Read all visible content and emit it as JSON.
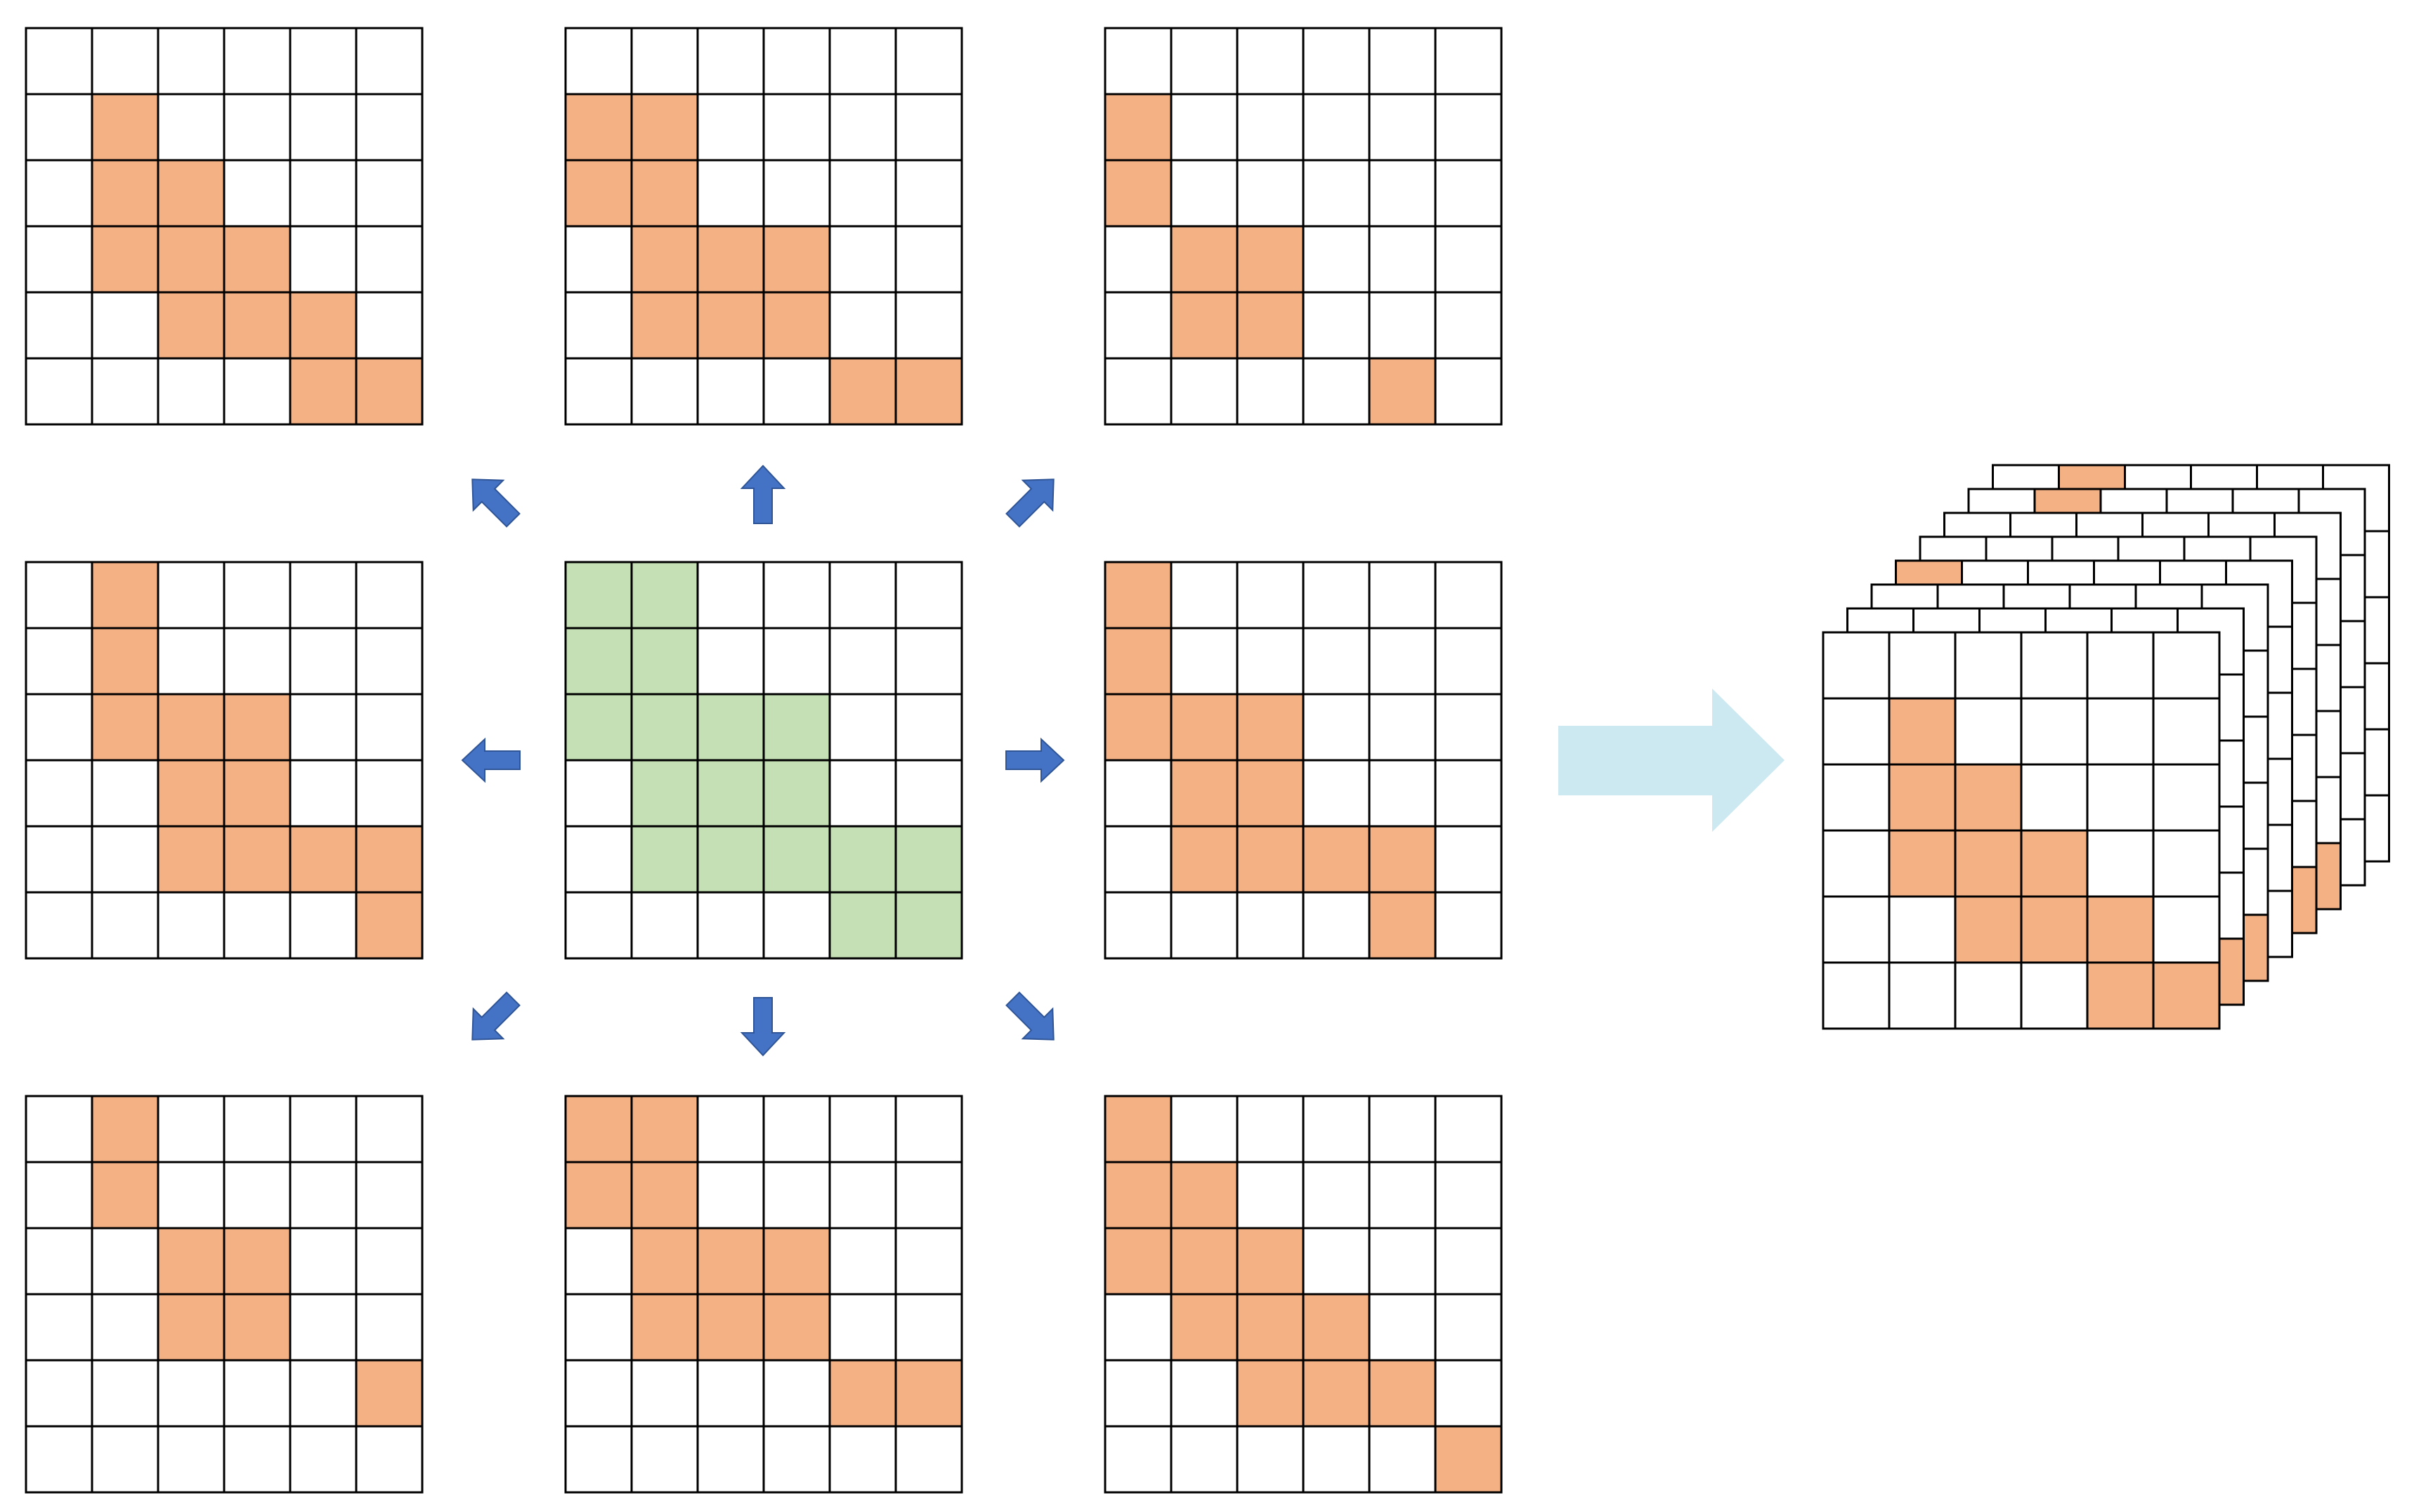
{
  "colors": {
    "orange": "#f4b183",
    "green": "#c5e0b4",
    "blue_arrow": "#4472c4",
    "blue_arrow_stroke": "#2f5597",
    "light_blue_arrow": "#cce8f0",
    "grid_line": "#000000",
    "cell_empty": "#ffffff"
  },
  "center_grid": {
    "name": "center-input-grid",
    "color_key": "green",
    "cells": [
      [
        1,
        1,
        0,
        0,
        0,
        0
      ],
      [
        1,
        1,
        0,
        0,
        0,
        0
      ],
      [
        1,
        1,
        1,
        1,
        0,
        0
      ],
      [
        0,
        1,
        1,
        1,
        0,
        0
      ],
      [
        0,
        1,
        1,
        1,
        1,
        1
      ],
      [
        0,
        0,
        0,
        0,
        1,
        1
      ]
    ]
  },
  "shift_grids": [
    {
      "direction": "up-left",
      "cells": [
        [
          0,
          0,
          0,
          0,
          0,
          0
        ],
        [
          0,
          1,
          0,
          0,
          0,
          0
        ],
        [
          0,
          1,
          1,
          0,
          0,
          0
        ],
        [
          0,
          1,
          1,
          1,
          0,
          0
        ],
        [
          0,
          0,
          1,
          1,
          1,
          0
        ],
        [
          0,
          0,
          0,
          0,
          1,
          1
        ]
      ]
    },
    {
      "direction": "up",
      "cells": [
        [
          0,
          0,
          0,
          0,
          0,
          0
        ],
        [
          1,
          1,
          0,
          0,
          0,
          0
        ],
        [
          1,
          1,
          0,
          0,
          0,
          0
        ],
        [
          0,
          1,
          1,
          1,
          0,
          0
        ],
        [
          0,
          1,
          1,
          1,
          0,
          0
        ],
        [
          0,
          0,
          0,
          0,
          1,
          1
        ]
      ]
    },
    {
      "direction": "up-right",
      "cells": [
        [
          0,
          0,
          0,
          0,
          0,
          0
        ],
        [
          1,
          0,
          0,
          0,
          0,
          0
        ],
        [
          1,
          0,
          0,
          0,
          0,
          0
        ],
        [
          0,
          1,
          1,
          0,
          0,
          0
        ],
        [
          0,
          1,
          1,
          0,
          0,
          0
        ],
        [
          0,
          0,
          0,
          0,
          1,
          0
        ]
      ]
    },
    {
      "direction": "left",
      "cells": [
        [
          0,
          1,
          0,
          0,
          0,
          0
        ],
        [
          0,
          1,
          0,
          0,
          0,
          0
        ],
        [
          0,
          1,
          1,
          1,
          0,
          0
        ],
        [
          0,
          0,
          1,
          1,
          0,
          0
        ],
        [
          0,
          0,
          1,
          1,
          1,
          1
        ],
        [
          0,
          0,
          0,
          0,
          0,
          1
        ]
      ]
    },
    {
      "direction": "right",
      "cells": [
        [
          1,
          0,
          0,
          0,
          0,
          0
        ],
        [
          1,
          0,
          0,
          0,
          0,
          0
        ],
        [
          1,
          1,
          1,
          0,
          0,
          0
        ],
        [
          0,
          1,
          1,
          0,
          0,
          0
        ],
        [
          0,
          1,
          1,
          1,
          1,
          0
        ],
        [
          0,
          0,
          0,
          0,
          1,
          0
        ]
      ]
    },
    {
      "direction": "down-left",
      "cells": [
        [
          0,
          1,
          0,
          0,
          0,
          0
        ],
        [
          0,
          1,
          0,
          0,
          0,
          0
        ],
        [
          0,
          0,
          1,
          1,
          0,
          0
        ],
        [
          0,
          0,
          1,
          1,
          0,
          0
        ],
        [
          0,
          0,
          0,
          0,
          0,
          1
        ],
        [
          0,
          0,
          0,
          0,
          0,
          0
        ]
      ]
    },
    {
      "direction": "down",
      "cells": [
        [
          1,
          1,
          0,
          0,
          0,
          0
        ],
        [
          1,
          1,
          0,
          0,
          0,
          0
        ],
        [
          0,
          1,
          1,
          1,
          0,
          0
        ],
        [
          0,
          1,
          1,
          1,
          0,
          0
        ],
        [
          0,
          0,
          0,
          0,
          1,
          1
        ],
        [
          0,
          0,
          0,
          0,
          0,
          0
        ]
      ]
    },
    {
      "direction": "down-right",
      "cells": [
        [
          1,
          0,
          0,
          0,
          0,
          0
        ],
        [
          1,
          1,
          0,
          0,
          0,
          0
        ],
        [
          1,
          1,
          1,
          0,
          0,
          0
        ],
        [
          0,
          1,
          1,
          1,
          0,
          0
        ],
        [
          0,
          0,
          1,
          1,
          1,
          0
        ],
        [
          0,
          0,
          0,
          0,
          0,
          1
        ]
      ]
    }
  ],
  "stack": {
    "name": "stacked-shifted-grids",
    "layer_count": 8,
    "front_cells": [
      [
        0,
        0,
        0,
        0,
        0,
        0
      ],
      [
        0,
        1,
        0,
        0,
        0,
        0
      ],
      [
        0,
        1,
        1,
        0,
        0,
        0
      ],
      [
        0,
        1,
        1,
        1,
        0,
        0
      ],
      [
        0,
        0,
        1,
        1,
        1,
        0
      ],
      [
        0,
        0,
        0,
        0,
        1,
        1
      ]
    ],
    "back_cells": [
      [
        0,
        1,
        0,
        0,
        0,
        0
      ],
      [
        0,
        1,
        1,
        0,
        0,
        0
      ],
      [
        0,
        0,
        1,
        0,
        0,
        0
      ],
      [
        0,
        0,
        0,
        0,
        0,
        0
      ],
      [
        0,
        0,
        0,
        0,
        0,
        0
      ],
      [
        0,
        0,
        0,
        0,
        0,
        0
      ]
    ],
    "mid_cells": [
      [
        1,
        0,
        0,
        0,
        0,
        0
      ],
      [
        0,
        1,
        0,
        0,
        0,
        0
      ],
      [
        0,
        0,
        0,
        0,
        0,
        0
      ],
      [
        0,
        0,
        0,
        0,
        0,
        0
      ],
      [
        0,
        0,
        0,
        0,
        0,
        0
      ],
      [
        0,
        0,
        0,
        0,
        0,
        0
      ]
    ]
  },
  "arrows": [
    {
      "name": "arrow-up-left",
      "direction": "up-left"
    },
    {
      "name": "arrow-up",
      "direction": "up"
    },
    {
      "name": "arrow-up-right",
      "direction": "up-right"
    },
    {
      "name": "arrow-left",
      "direction": "left"
    },
    {
      "name": "arrow-right",
      "direction": "right"
    },
    {
      "name": "arrow-down-left",
      "direction": "down-left"
    },
    {
      "name": "arrow-down",
      "direction": "down"
    },
    {
      "name": "arrow-down-right",
      "direction": "down-right"
    }
  ]
}
